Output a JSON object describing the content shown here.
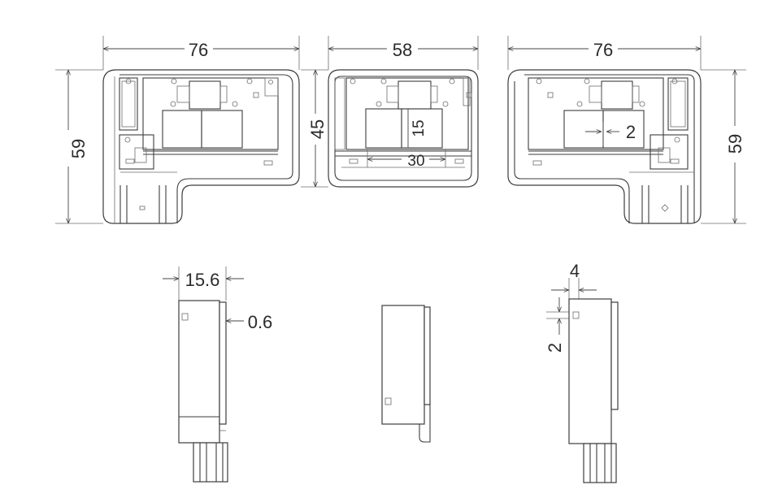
{
  "dimensions": {
    "top_left_width": "76",
    "top_middle_width": "58",
    "top_right_width": "76",
    "left_height": "59",
    "middle_height": "45",
    "right_height": "59",
    "inner_height": "15",
    "inner_width": "30",
    "small_offset": "2",
    "side_thickness": "15.6",
    "plate_thickness": "0.6",
    "pin_width": "4",
    "pin_height": "2"
  },
  "colors": {
    "line": "#3d3d3d",
    "text": "#2b2b2b",
    "background": "#ffffff"
  }
}
